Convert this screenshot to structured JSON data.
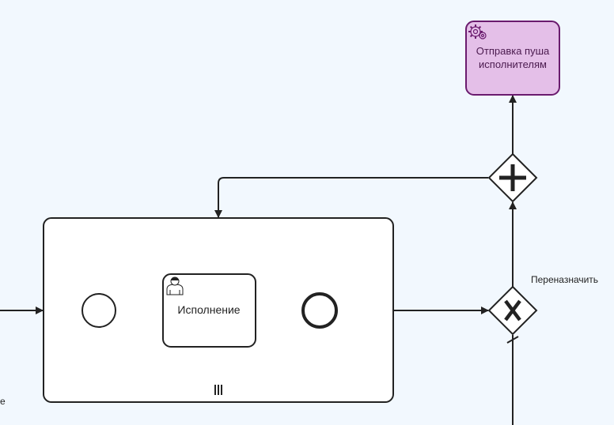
{
  "diagram": {
    "background": "#f2f8fe",
    "colors": {
      "stroke": "#222222",
      "task_fill": "#ffffff",
      "service_fill": "#e4bfe8",
      "service_stroke": "#6a1b6e",
      "service_text": "#4a1a4e"
    },
    "nodes": {
      "push_task": {
        "label_line1": "Отправка пуша",
        "label_line2": "исполнителям",
        "icon": "gear-icon"
      },
      "parallel_gateway": {
        "icon": "plus-icon"
      },
      "subprocess": {
        "marker": "parallel-multi-instance-icon"
      },
      "start_event": {},
      "user_task": {
        "label": "Исполнение",
        "icon": "user-icon"
      },
      "end_event": {},
      "exclusive_gateway": {
        "icon": "x-icon"
      }
    },
    "flows": {
      "reassign_label": "Переназначить",
      "partial_left_label": "е"
    }
  }
}
